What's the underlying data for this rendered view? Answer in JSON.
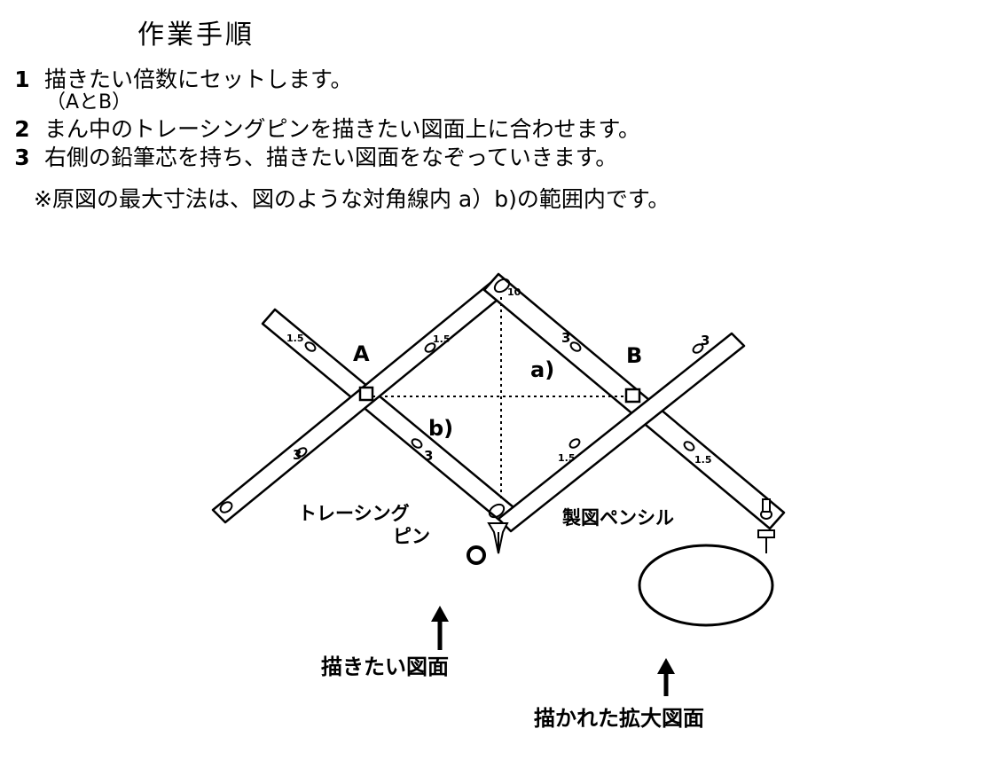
{
  "title": "作業手順",
  "steps": [
    {
      "num": "1",
      "text": "描きたい倍数にセットします。",
      "sub": "（AとB）"
    },
    {
      "num": "2",
      "text": "まん中のトレーシングピンを描きたい図面上に合わせます。"
    },
    {
      "num": "3",
      "text": "右側の鉛筆芯を持ち、描きたい図面をなぞっていきます。"
    }
  ],
  "note": "※原図の最大寸法は、図のような対角線内 a）b)の範囲内です。",
  "diagram": {
    "labels": {
      "A": "A",
      "B": "B",
      "a": "a)",
      "b": "b)",
      "tracing_pin_1": "トレーシング",
      "tracing_pin_2": "ピン",
      "pencil": "製図ペンシル",
      "original": "描きたい図面",
      "enlarged": "描かれた拡大図面"
    },
    "scale_marks": {
      "left_bar_top": "1.5",
      "left_bar_bottom": "3",
      "inner_left_upper": "1.5",
      "inner_left_lower": "3",
      "top_right_upper": "3",
      "inner_right_lower": "1.5",
      "right_bar_top": "3",
      "right_bar_bottom": "1.5",
      "top_hole": "10"
    }
  }
}
